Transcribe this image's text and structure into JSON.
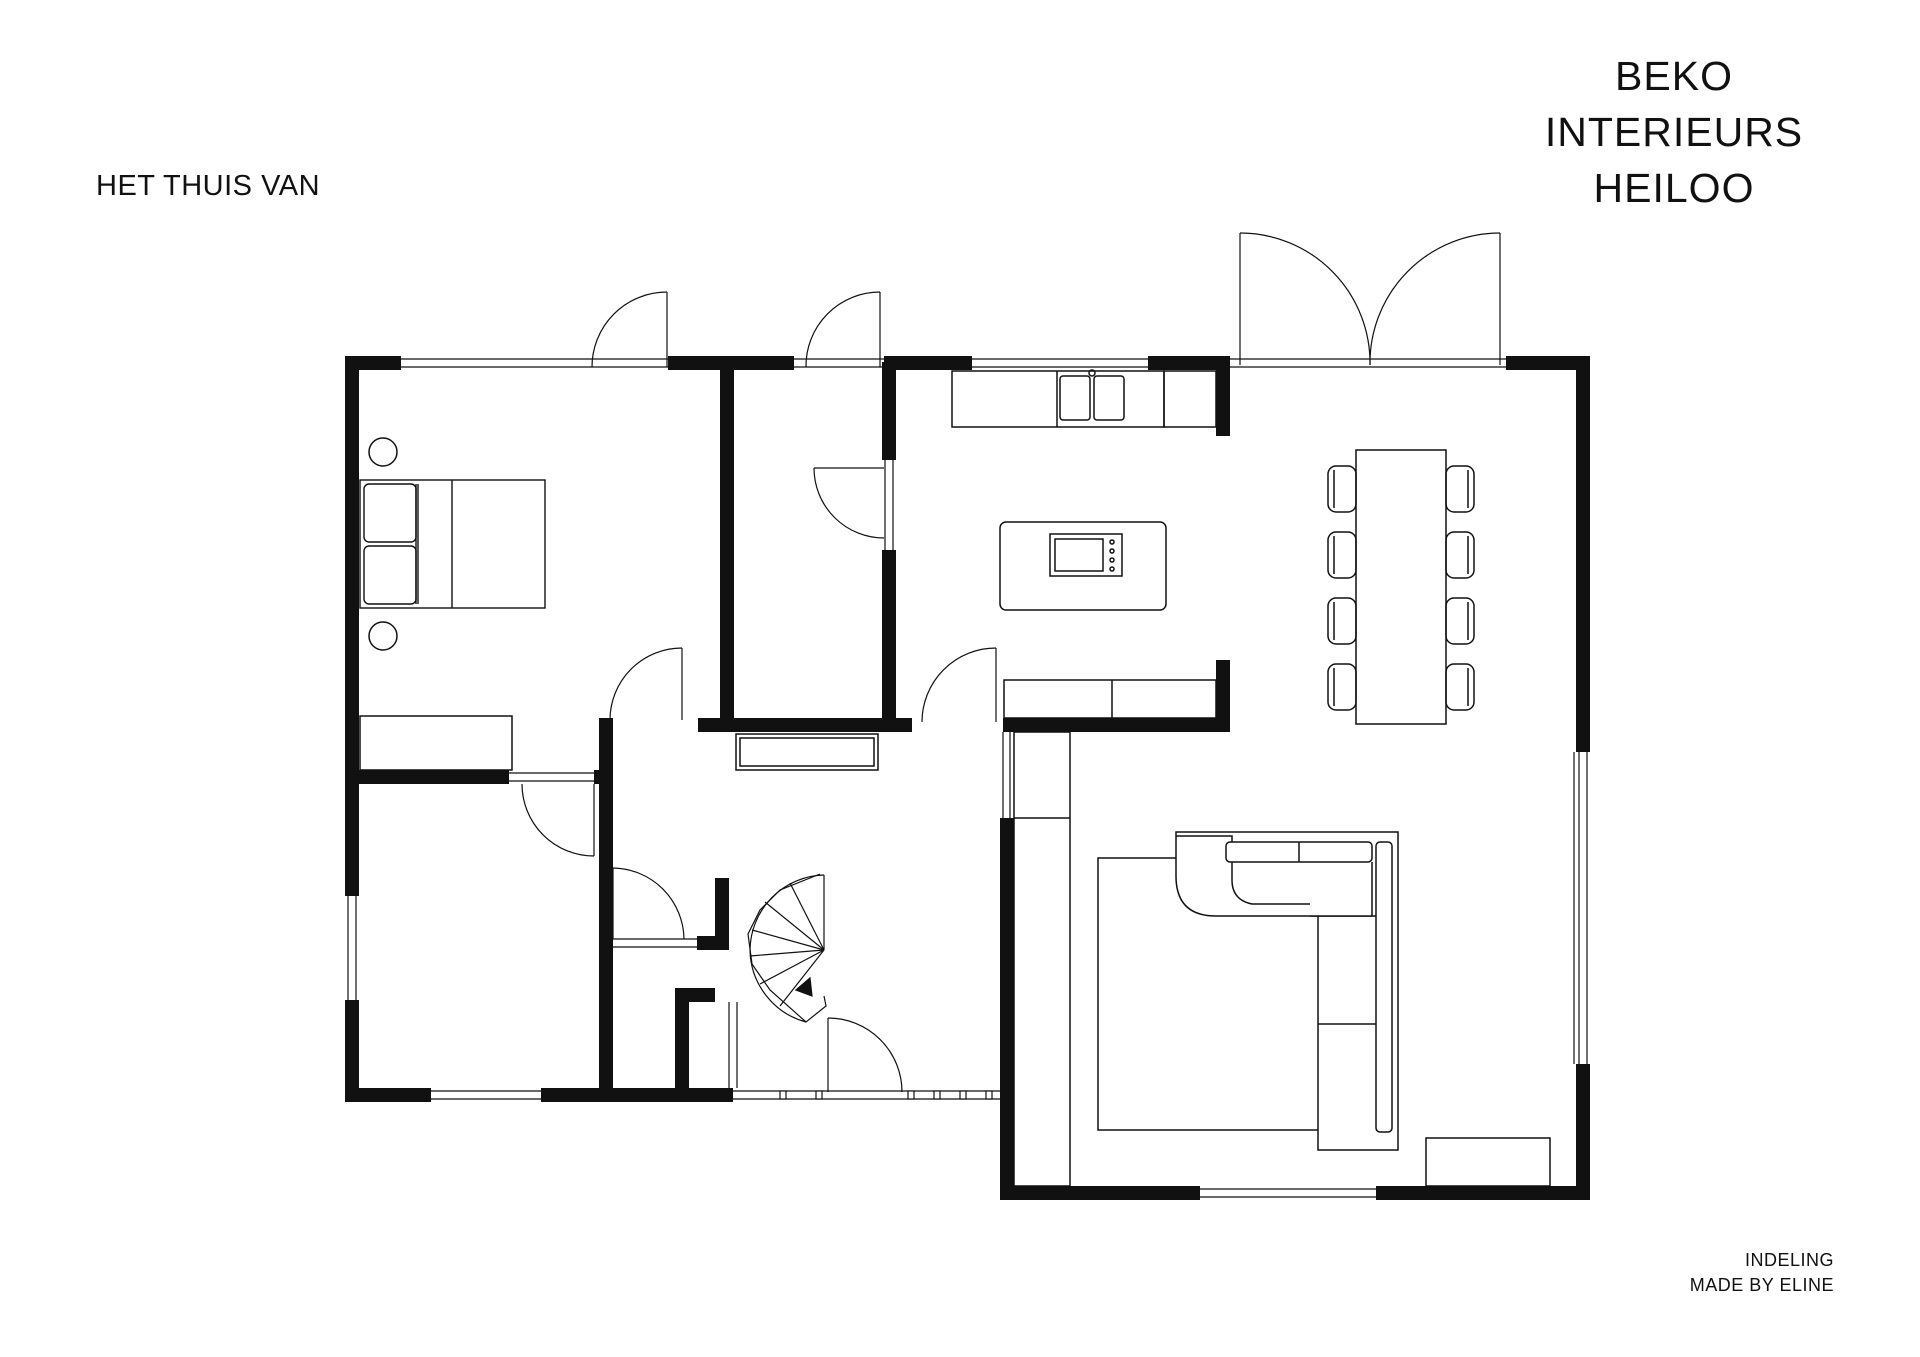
{
  "header": {
    "title": "HET THUIS VAN"
  },
  "brand": {
    "line1": "BEKO",
    "line2": "INTERIEURS",
    "line3": "HEILOO"
  },
  "footer": {
    "line1": "INDELING",
    "line2": "MADE BY ELINE"
  }
}
